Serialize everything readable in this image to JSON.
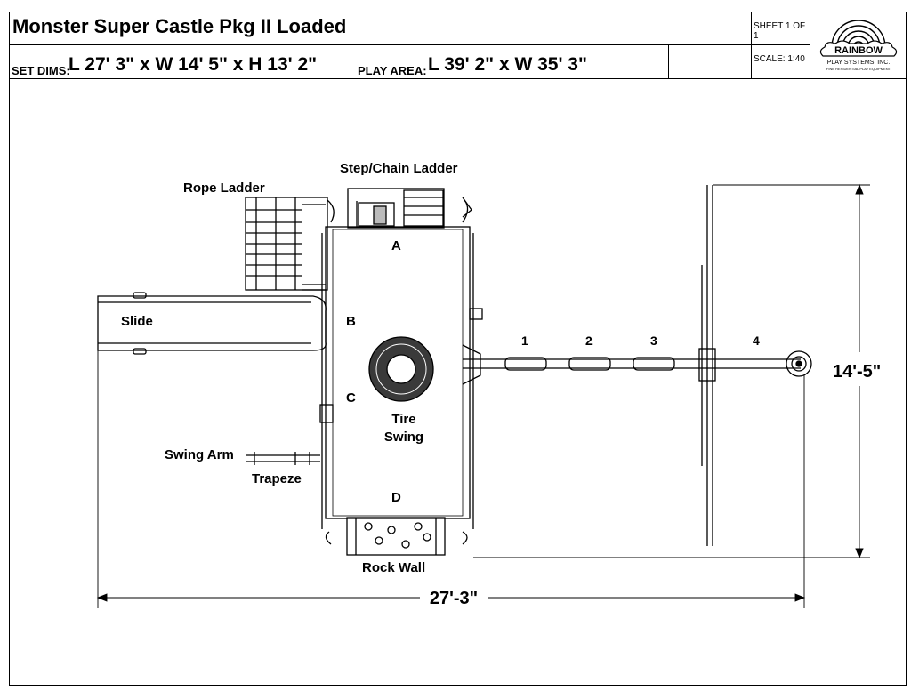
{
  "header": {
    "title": "Monster Super Castle Pkg II Loaded",
    "set_dims_label": "SET DIMS:",
    "set_dims_value": "L 27' 3\" x W 14' 5\" x H 13' 2\"",
    "play_area_label": "PLAY AREA:",
    "play_area_value": "L 39' 2\" x W 35' 3\"",
    "sheet": "SHEET 1 OF 1",
    "scale": "SCALE: 1:40"
  },
  "logo": {
    "brand": "RAINBOW",
    "line1": "PLAY SYSTEMS, INC.",
    "line2": "FINE RESIDENTIAL PLAY EQUIPMENT"
  },
  "diagram": {
    "labels": {
      "step_chain_ladder": "Step/Chain Ladder",
      "rope_ladder": "Rope Ladder",
      "slide": "Slide",
      "swing_arm": "Swing Arm",
      "trapeze": "Trapeze",
      "rock_wall": "Rock Wall",
      "tire_swing_1": "Tire",
      "tire_swing_2": "Swing"
    },
    "points": {
      "a": "A",
      "b": "B",
      "c": "C",
      "d": "D"
    },
    "swing_positions": [
      "1",
      "2",
      "3",
      "4"
    ],
    "dim_width": "14'-5\"",
    "dim_length": "27'-3\""
  },
  "colors": {
    "line": "#000000",
    "tire": "#3a3a3a"
  }
}
